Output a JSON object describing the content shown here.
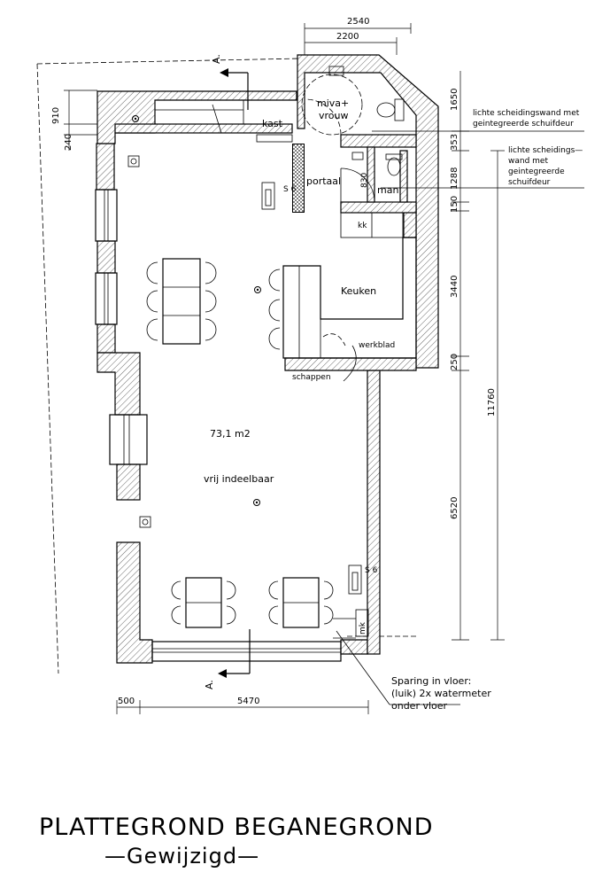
{
  "title": {
    "main": "PLATTEGROND BEGANEGROND",
    "sub": "—Gewijzigd—"
  },
  "rooms": {
    "area": "73,1 m2",
    "free_layout": "vrij indeelbaar",
    "kitchen": "Keuken",
    "portal": "portaal",
    "toilet_accessible": "miva+",
    "toilet_women": "vrouw",
    "toilet_men": "man",
    "closet": "kast",
    "fridge": "kk",
    "counter": "werkblad",
    "shelves": "schappen",
    "meter_box": "mk",
    "door_width": "830"
  },
  "section_marks": {
    "top": "A.",
    "bottom": "A."
  },
  "fire_signs": {
    "top": "S 6",
    "bottom": "S 6"
  },
  "notes": {
    "partition_1": [
      "lichte scheidingswand met",
      "geintegreerde schuifdeur"
    ],
    "partition_2": [
      "lichte scheidings—",
      "wand met",
      "geintegreerde",
      "schuifdeur"
    ],
    "floor_opening": [
      "Sparing in vloer:",
      "(luik) 2x watermeter",
      "onder vloer"
    ]
  },
  "dimensions": {
    "top_outer": "2540",
    "top_inner": "2200",
    "left_910": "910",
    "left_240": "240",
    "right_1650": "1650",
    "right_353": "353",
    "right_1288": "1288",
    "right_150": "150",
    "right_3440": "3440",
    "right_250": "250",
    "right_6520": "6520",
    "overall_11760": "11760",
    "bottom_500": "500",
    "bottom_5470": "5470"
  }
}
